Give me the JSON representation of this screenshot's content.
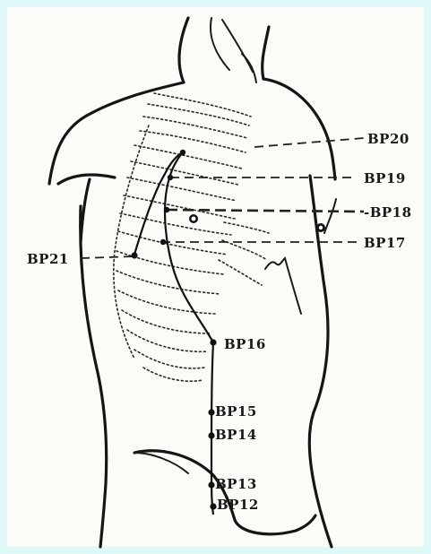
{
  "figure": {
    "points": [
      {
        "id": "BP20",
        "label": "BP20"
      },
      {
        "id": "BP19",
        "label": "BP19"
      },
      {
        "id": "BP18",
        "label": "-BP18"
      },
      {
        "id": "BP17",
        "label": "BP17"
      },
      {
        "id": "BP21",
        "label": "BP21"
      },
      {
        "id": "BP16",
        "label": "BP16"
      },
      {
        "id": "BP15",
        "label": "BP15"
      },
      {
        "id": "BP14",
        "label": "BP14"
      },
      {
        "id": "BP13",
        "label": "BP13"
      },
      {
        "id": "BP12",
        "label": "BP12"
      }
    ],
    "colors": {
      "frame": "#dff8f8",
      "paper": "#fbfbf7",
      "ink": "#151515"
    }
  }
}
